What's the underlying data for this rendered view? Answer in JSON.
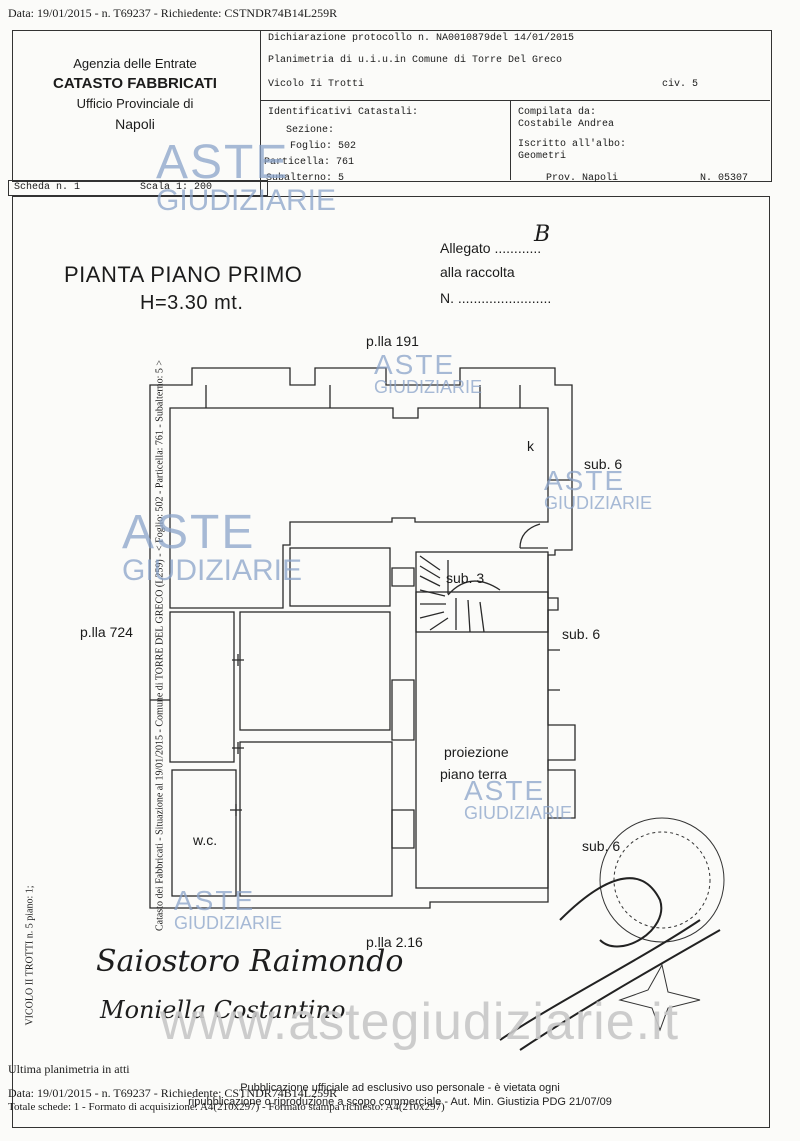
{
  "top_line": "Data: 19/01/2015 - n. T69237 - Richiedente: CSTNDR74B14L259R",
  "office": {
    "line1": "Agenzia delle Entrate",
    "line2": "CATASTO FABBRICATI",
    "line3": "Ufficio Provinciale di",
    "line4": "Napoli"
  },
  "declaration": {
    "protocol": "Dichiarazione protocollo n. NA0010879del 14/01/2015",
    "plan": "Planimetria di u.i.u.in Comune di Torre Del Greco",
    "street": "Vicolo Ii Trotti",
    "civ": "civ. 5"
  },
  "identifiers": {
    "heading": "Identificativi Catastali:",
    "sezione": "Sezione:",
    "foglio": "Foglio: 502",
    "particella": "Particella: 761",
    "subalterno": "Subalterno: 5"
  },
  "compiler": {
    "heading": "Compilata da:",
    "name": "Costabile Andrea",
    "albo": "Iscritto all'albo:",
    "albo_value": "Geometri",
    "prov": "Prov. Napoli",
    "number": "N. 05307"
  },
  "scheda": "Scheda n. 1",
  "scala": "Scala 1: 200",
  "plan_title": "PIANTA PIANO PRIMO",
  "plan_height": "H=3.30 mt.",
  "allegato": {
    "line1": "Allegato ............",
    "letter": "B",
    "line2": "alla raccolta",
    "line3": "N. ........................"
  },
  "labels": {
    "plla_191": "p.lla 191",
    "plla_724": "p.lla 724",
    "plla_216": "p.lla 2.16",
    "sub6_top": "sub. 6",
    "sub6_mid": "sub. 6",
    "sub6_bottom": "sub. 6",
    "sub3": "sub. 3",
    "k": "k",
    "wc": "w.c.",
    "proiezione1": "proiezione",
    "proiezione2": "piano terra"
  },
  "side_text": "Catasto dei Fabbricati - Situazione al 19/01/2015 - Comune di TORRE DEL GRECO (L259) - < Foglio: 502 - Particella: 761 - Subalterno: 5 >",
  "side_text2": "VICOLO II TROTTI n. 5 piano: 1;",
  "watermark": {
    "aste": "ASTE",
    "giudiziarie": "GIUDIZIARIE",
    "site": "www.astegiudiziarie.it"
  },
  "signatures": [
    "Saiostoro Raimondo",
    "Moniella Costantino"
  ],
  "footer": {
    "last": "Ultima planimetria in atti",
    "data": "Data: 19/01/2015 - n. T69237 - Richiedente: CSTNDR74B14L259R",
    "totale": "Totale schede: 1 - Formato di acquisizione: A4(210x297) - Formato stampa richiesto: A4(210x297)",
    "notice1": "Pubblicazione ufficiale ad esclusivo uso personale - è vietata ogni",
    "notice2": "ripubblicazione o riproduzione a scopo commerciale - Aut. Min. Giustizia PDG 21/07/09"
  }
}
